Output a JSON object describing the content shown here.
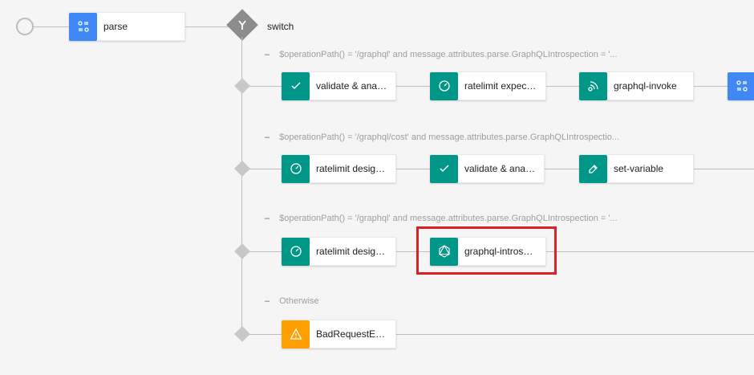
{
  "start_node": "start-circle",
  "parse_node": {
    "label": "parse",
    "icon": "parse-icon",
    "color": "#3f88f5"
  },
  "switch_node": {
    "label": "switch",
    "icon": "switch-icon"
  },
  "cases": [
    {
      "condition": "$operationPath() = '/graphql' and message.attributes.parse.GraphQLIntrospection = '...",
      "nodes": [
        {
          "label": "validate & analyze",
          "icon": "check-icon",
          "color": "#009688"
        },
        {
          "label": "ratelimit expected",
          "icon": "gauge-icon",
          "color": "#009688"
        },
        {
          "label": "graphql-invoke",
          "icon": "invoke-icon",
          "color": "#009688"
        },
        {
          "label": "",
          "icon": "parse-icon",
          "color": "#3f88f5"
        }
      ]
    },
    {
      "condition": "$operationPath() = '/graphql/cost' and message.attributes.parse.GraphQLIntrospectio...",
      "nodes": [
        {
          "label": "ratelimit design-t...",
          "icon": "gauge-icon",
          "color": "#009688"
        },
        {
          "label": "validate & analyze",
          "icon": "check-icon",
          "color": "#009688"
        },
        {
          "label": "set-variable",
          "icon": "set-variable-icon",
          "color": "#009688"
        }
      ]
    },
    {
      "condition": "$operationPath() = '/graphql' and message.attributes.parse.GraphQLIntrospection = '...",
      "nodes": [
        {
          "label": "ratelimit design-t...",
          "icon": "gauge-icon",
          "color": "#009688"
        },
        {
          "label": "graphql-introspect",
          "icon": "graphql-icon",
          "color": "#009688"
        }
      ]
    },
    {
      "condition": "Otherwise",
      "nodes": [
        {
          "label": "BadRequestError",
          "icon": "warning-icon",
          "color": "#ffa000"
        }
      ]
    }
  ],
  "case_dash": "–",
  "highlight_color": "#e02020"
}
